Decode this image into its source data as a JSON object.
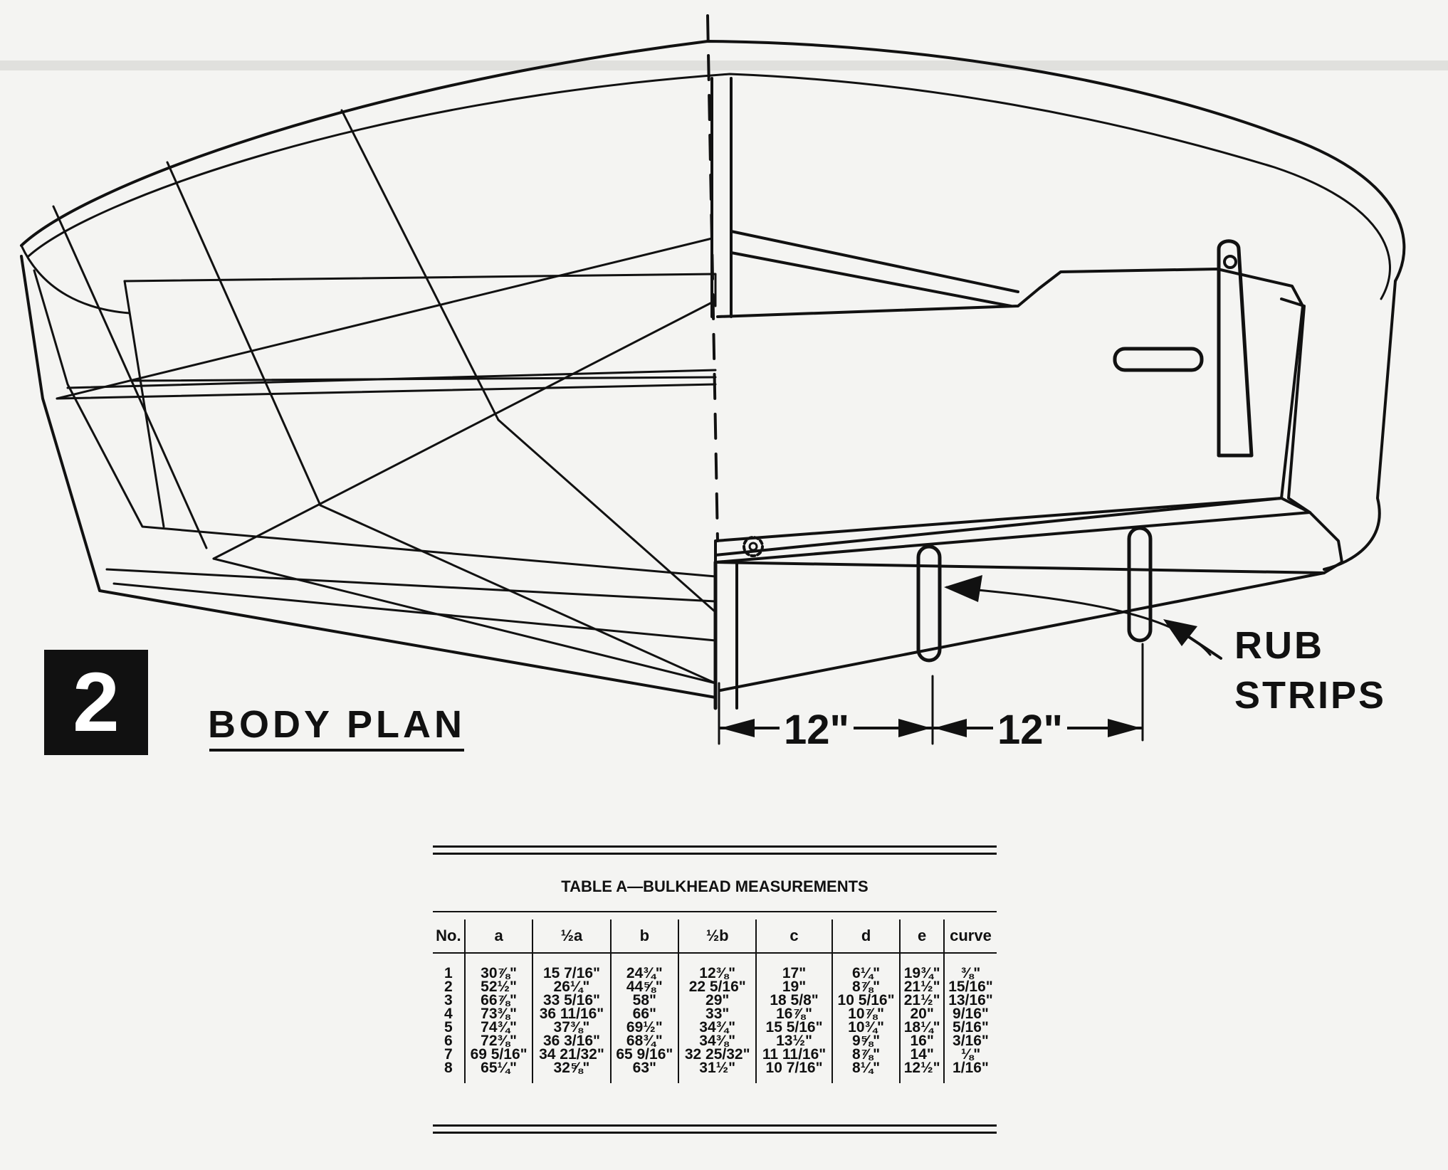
{
  "figure": {
    "number": "2",
    "title": "BODY PLAN",
    "callout": [
      "RUB",
      "STRIPS"
    ],
    "dimensions": [
      "12\"",
      "12\""
    ]
  },
  "table": {
    "title": "TABLE A—BULKHEAD MEASUREMENTS",
    "columns": [
      "No.",
      "a",
      "½a",
      "b",
      "½b",
      "c",
      "d",
      "e",
      "curve"
    ],
    "rows": [
      [
        "1",
        "30⅞\"",
        "15 7/16\"",
        "24¾\"",
        "12⅜\"",
        "17\"",
        "6¼\"",
        "19¾\"",
        "⅜\""
      ],
      [
        "2",
        "52½\"",
        "26¼\"",
        "44⅝\"",
        "22 5/16\"",
        "19\"",
        "8⅞\"",
        "21½\"",
        "15/16\""
      ],
      [
        "3",
        "66⅞\"",
        "33 5/16\"",
        "58\"",
        "29\"",
        "18 5/8\"",
        "10 5/16\"",
        "21½\"",
        "13/16\""
      ],
      [
        "4",
        "73⅜\"",
        "36 11/16\"",
        "66\"",
        "33\"",
        "16⅞\"",
        "10⅞\"",
        "20\"",
        "9/16\""
      ],
      [
        "5",
        "74¾\"",
        "37⅜\"",
        "69½\"",
        "34¾\"",
        "15 5/16\"",
        "10¾\"",
        "18¼\"",
        "5/16\""
      ],
      [
        "6",
        "72⅜\"",
        "36 3/16\"",
        "68¾\"",
        "34⅜\"",
        "13½\"",
        "9⅝\"",
        "16\"",
        "3/16\""
      ],
      [
        "7",
        "69 5/16\"",
        "34 21/32\"",
        "65 9/16\"",
        "32 25/32\"",
        "11 11/16\"",
        "8⅞\"",
        "14\"",
        "⅛\""
      ],
      [
        "8",
        "65¼\"",
        "32⅝\"",
        "63\"",
        "31½\"",
        "10 7/16\"",
        "8¼\"",
        "12½\"",
        "1/16\""
      ]
    ]
  }
}
